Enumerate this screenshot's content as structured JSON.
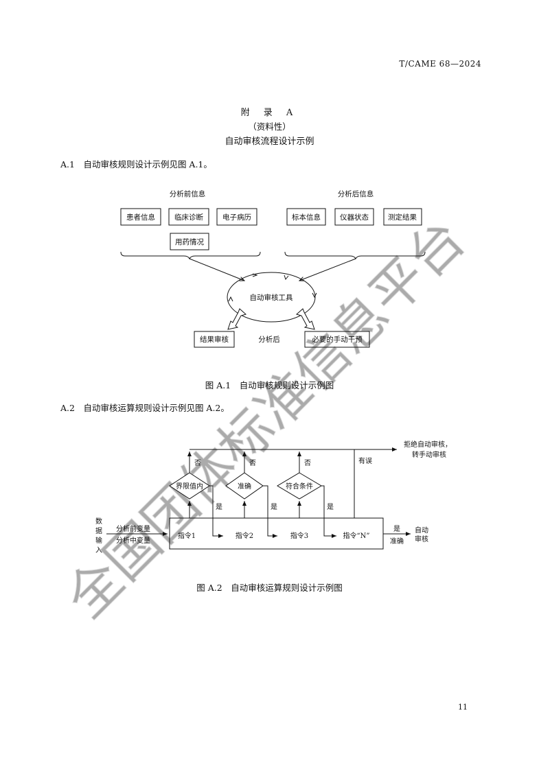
{
  "header": {
    "code": "T/CAME 68—2024"
  },
  "appendix": {
    "title": "附 录 A",
    "nature": "（资料性）",
    "name": "自动审核流程设计示例"
  },
  "para1": "A.1　自动审核规则设计示例见图 A.1。",
  "para2": "A.2　自动审核运算规则设计示例见图 A.2。",
  "fig1": {
    "caption": "图 A.1　自动审核规则设计示例图",
    "pre_title": "分析前信息",
    "post_title": "分析后信息",
    "pre_items": [
      "患者信息",
      "临床诊断",
      "电子病历",
      "用药情况"
    ],
    "post_items": [
      "标本信息",
      "仪器状态",
      "测定结果"
    ],
    "tool": "自动审核工具",
    "result_left": "结果审核",
    "mid_label": "分析后",
    "result_right": "必要的手动干预"
  },
  "fig2": {
    "caption": "图 A.2　自动审核运算规则设计示例图",
    "input_label": [
      "数",
      "据",
      "输",
      "入"
    ],
    "var_pre": "分析前变量",
    "var_mid": "分析中变量",
    "instructions": [
      "指令1",
      "指令2",
      "指令3",
      "指令“N”"
    ],
    "diamonds": [
      "界限值内",
      "准确",
      "符合条件"
    ],
    "no_label": "否",
    "yes_label": "是",
    "error_label": "有误",
    "reject": [
      "拒绝自动审核，",
      "转手动审核"
    ],
    "accurate_yes": "是",
    "accurate_label": "准确",
    "auto_audit": [
      "自动",
      "审核"
    ]
  },
  "watermark": "全国团体标准信息平台",
  "page_number": "11"
}
